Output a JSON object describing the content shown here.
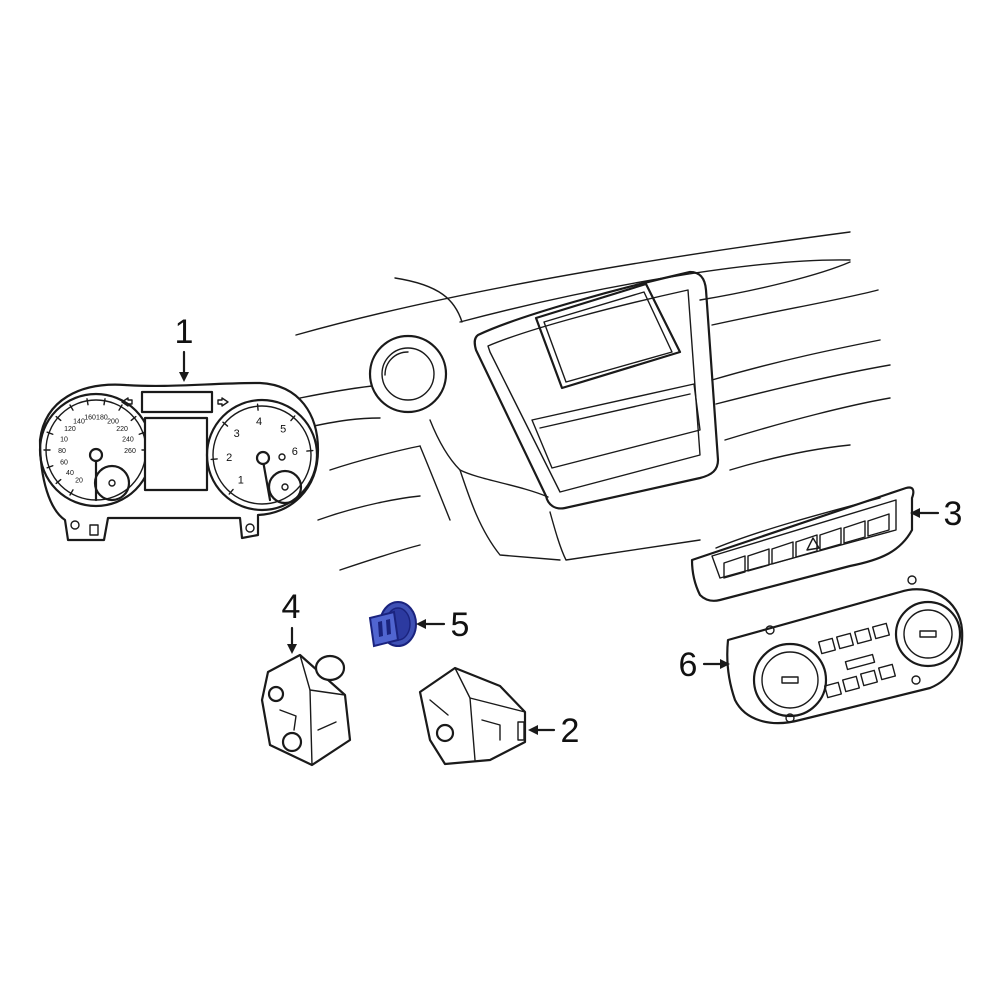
{
  "colors": {
    "line": "#1a1a1a",
    "highlight": "#3f51b5",
    "highlight_dark": "#1a237e",
    "background": "#ffffff"
  },
  "callouts": [
    {
      "id": "1",
      "label": "1"
    },
    {
      "id": "2",
      "label": "2"
    },
    {
      "id": "3",
      "label": "3"
    },
    {
      "id": "4",
      "label": "4"
    },
    {
      "id": "5",
      "label": "5",
      "highlighted": true
    },
    {
      "id": "6",
      "label": "6"
    }
  ],
  "speedometer_ticks": [
    "20",
    "40",
    "60",
    "80",
    "10",
    "120",
    "140",
    "160",
    "180",
    "200",
    "220",
    "240",
    "260"
  ],
  "tachometer_ticks": [
    "1",
    "2",
    "3",
    "4",
    "5",
    "6"
  ]
}
